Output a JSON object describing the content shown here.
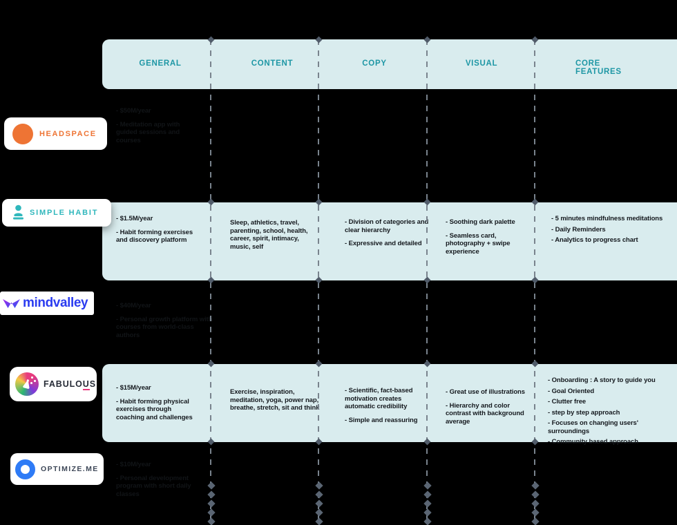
{
  "table": {
    "band_color": "#d9ecee",
    "header_text_color": "#1e97a5",
    "header": {
      "columns": [
        "GENERAL",
        "CONTENT",
        "COPY",
        "VISUAL",
        "CORE FEATURES"
      ]
    }
  },
  "brand_colors": {
    "headspace_orange": "#ee7434",
    "simplehabit_teal": "#2fb7bc",
    "mindvalley_blue": "#2b3cf0",
    "fabulous_text": "#262b36",
    "fabulous_underline": "#e8397d",
    "optimizeme_blue": "#2e7bf6"
  },
  "logos": {
    "headspace": {
      "label": "HEADSPACE"
    },
    "simplehabit": {
      "label": "SIMPLE HABIT"
    },
    "mindvalley": {
      "label": "mindvalley"
    },
    "fabulous": {
      "pre": "FABULO",
      "u": "U",
      "post": "S"
    },
    "optimizeme": {
      "label": "OPTIMIZE.ME"
    }
  },
  "rows": {
    "headspace": {
      "general": [
        "- $50M/year",
        "- Meditation app with guided sessions and courses"
      ]
    },
    "simplehabit": {
      "general": [
        "- $1.5M/year",
        "- Habit forming exercises and discovery platform"
      ],
      "content": "Sleep, athletics, travel, parenting, school, health, career, spirit, intimacy, music, self",
      "copy": [
        "- Division of categories and clear hierarchy",
        "- Expressive and detailed"
      ],
      "visual": [
        "- Soothing dark palette",
        "- Seamless card, photography + swipe experience"
      ],
      "core": [
        "- 5 minutes mindfulness meditations",
        "- Daily Reminders",
        "- Analytics to progress chart"
      ]
    },
    "mindvalley": {
      "general": [
        "- $40M/year",
        "- Personal growth platform with courses from world-class authors"
      ]
    },
    "fabulous": {
      "general": [
        "- $15M/year",
        "- Habit forming physical exercises through coaching and challenges"
      ],
      "content": "Exercise, inspiration, meditation, yoga, power nap, breathe, stretch, sit and think",
      "copy": [
        "- Scientific, fact-based motivation creates automatic credibility",
        "- Simple and reassuring"
      ],
      "visual": [
        "- Great use of illustrations",
        "- Hierarchy and color contrast with background average"
      ],
      "core": [
        "- Onboarding : A story to guide you",
        "- Goal Oriented",
        "- Clutter free",
        "- step by step approach",
        "- Focuses on changing users' surroundings",
        "- Community based approach"
      ]
    },
    "optimizeme": {
      "general": [
        "- $10M/year",
        "- Personal development program with short daily classes"
      ]
    }
  }
}
